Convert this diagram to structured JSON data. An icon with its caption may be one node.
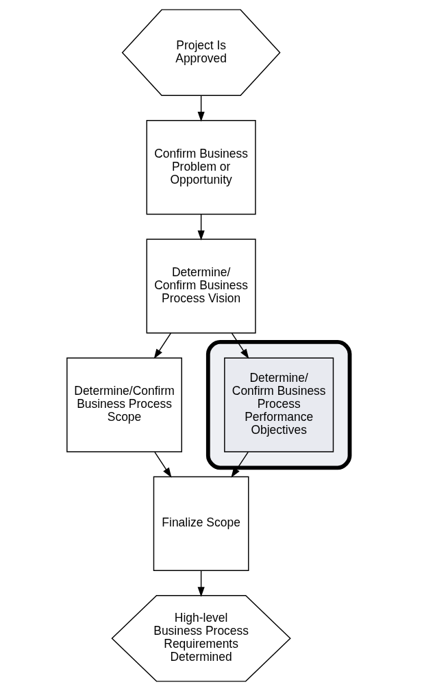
{
  "diagram": {
    "nodes": [
      {
        "text": [
          "Project Is Approved"
        ]
      },
      {
        "text": [
          "Confirm Business Problem or Opportunity"
        ]
      },
      {
        "text": [
          "Determine/ Confirm Business Process Vision"
        ]
      },
      {
        "text": [
          "Determine/Confirm Business Process Scope"
        ]
      },
      {
        "text": [],
        "shape": "callout"
      },
      {
        "text": [
          "Determine/ Confirm Business Process Performance Objectives"
        ],
        "in": 4
      },
      {
        "text": [
          "Finalize Scope"
        ]
      },
      {
        "text": [
          "High-level Business Process Requirements Determined"
        ]
      }
    ],
    "edges": [
      {
        "from": 0,
        "to": 1,
        "arrow": "to"
      },
      {
        "from": 1,
        "to": 2,
        "arrow": "to"
      },
      {
        "from": 2,
        "to": 3,
        "arrow": "to"
      },
      {
        "from": 2,
        "to": 5,
        "arrow": "to"
      },
      {
        "from": 3,
        "to": 6,
        "arrow": "to"
      },
      {
        "from": 5,
        "to": 6,
        "arrow": "to"
      },
      {
        "from": 6,
        "to": 7,
        "arrow": "to"
      }
    ]
  }
}
